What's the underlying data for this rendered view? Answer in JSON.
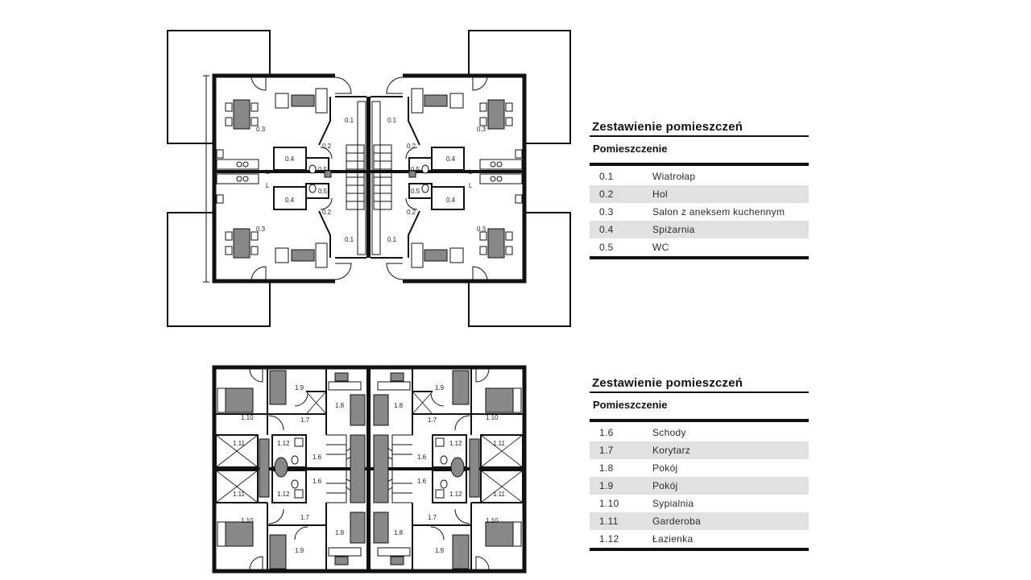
{
  "plans": {
    "ground_labels": [
      {
        "t": "0.3"
      },
      {
        "t": "0.3"
      },
      {
        "t": "0.3"
      },
      {
        "t": "0.3"
      },
      {
        "t": "0.1"
      },
      {
        "t": "0.1"
      },
      {
        "t": "0.1"
      },
      {
        "t": "0.1"
      },
      {
        "t": "0.2"
      },
      {
        "t": "0.2"
      },
      {
        "t": "0.2"
      },
      {
        "t": "0.2"
      },
      {
        "t": "0.4"
      },
      {
        "t": "0.4"
      },
      {
        "t": "0.4"
      },
      {
        "t": "0.4"
      },
      {
        "t": "0.5"
      },
      {
        "t": "0.5"
      },
      {
        "t": "0.5"
      },
      {
        "t": "0.5"
      },
      {
        "t": "L"
      },
      {
        "t": "L"
      },
      {
        "t": "L"
      },
      {
        "t": "L"
      }
    ],
    "upper_labels": [
      {
        "t": "1.9"
      },
      {
        "t": "1.9"
      },
      {
        "t": "1.9"
      },
      {
        "t": "1.9"
      },
      {
        "t": "1.8"
      },
      {
        "t": "1.8"
      },
      {
        "t": "1.8"
      },
      {
        "t": "1.8"
      },
      {
        "t": "1.10"
      },
      {
        "t": "1.10"
      },
      {
        "t": "1.10"
      },
      {
        "t": "1.10"
      },
      {
        "t": "1.7"
      },
      {
        "t": "1.7"
      },
      {
        "t": "1.7"
      },
      {
        "t": "1.7"
      },
      {
        "t": "1.11"
      },
      {
        "t": "1.11"
      },
      {
        "t": "1.11"
      },
      {
        "t": "1.11"
      },
      {
        "t": "1.12"
      },
      {
        "t": "1.12"
      },
      {
        "t": "1.12"
      },
      {
        "t": "1.12"
      },
      {
        "t": "1.6"
      },
      {
        "t": "1.6"
      },
      {
        "t": "1.6"
      },
      {
        "t": "1.6"
      }
    ]
  },
  "table1": {
    "title": "Zestawienie pomieszczeń",
    "header": "Pomieszczenie",
    "rows": [
      {
        "num": "0.1",
        "name": "Wiatrołap"
      },
      {
        "num": "0.2",
        "name": "Hol"
      },
      {
        "num": "0.3",
        "name": "Salon z aneksem kuchennym"
      },
      {
        "num": "0.4",
        "name": "Spiżarnia"
      },
      {
        "num": "0.5",
        "name": "WC"
      }
    ]
  },
  "table2": {
    "title": "Zestawienie pomieszczeń",
    "header": "Pomieszczenie",
    "rows": [
      {
        "num": "1.6",
        "name": "Schody"
      },
      {
        "num": "1.7",
        "name": "Korytarz"
      },
      {
        "num": "1.8",
        "name": "Pokój"
      },
      {
        "num": "1.9",
        "name": "Pokój"
      },
      {
        "num": "1.10",
        "name": "Sypialnia"
      },
      {
        "num": "1.11",
        "name": "Garderoba"
      },
      {
        "num": "1.12",
        "name": "Łazienka"
      }
    ]
  },
  "colors": {
    "wall": "#111111",
    "furniture": "#888888",
    "shade": "#e1e1e1"
  }
}
